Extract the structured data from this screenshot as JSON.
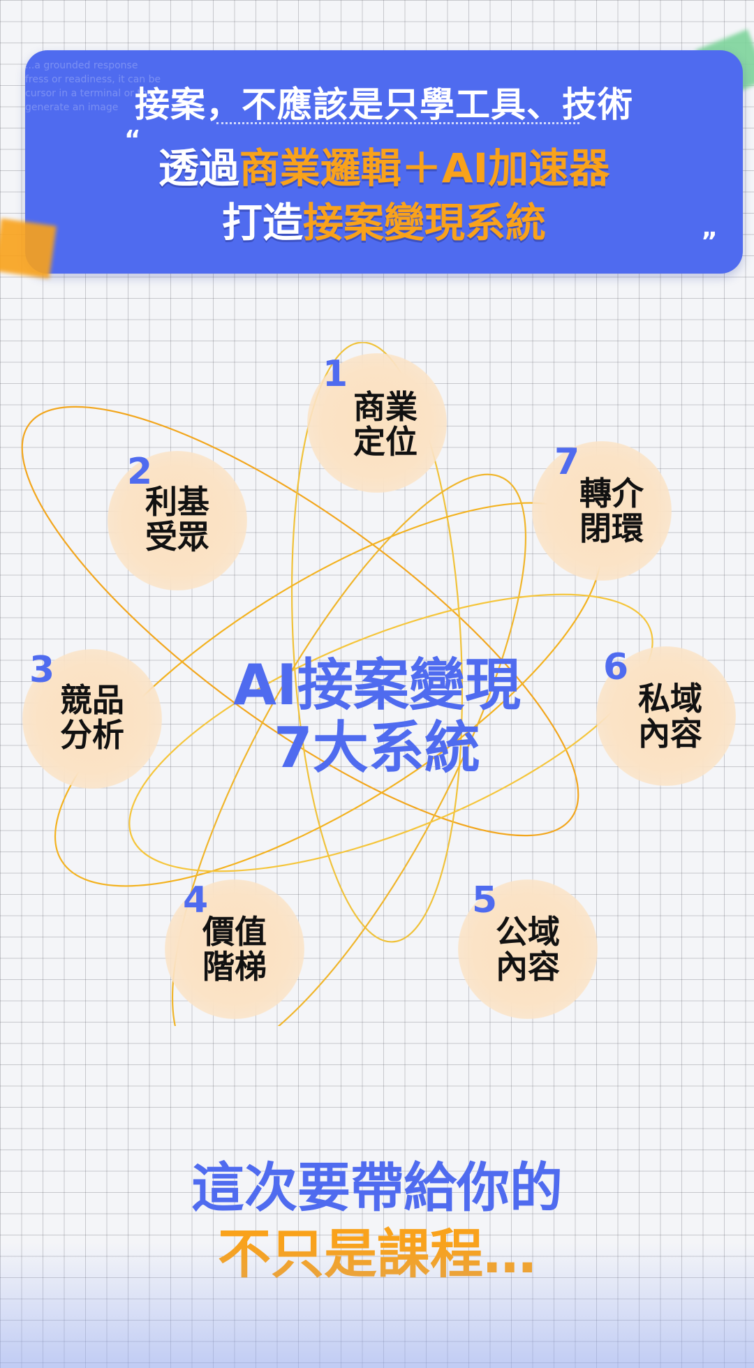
{
  "header": {
    "faint_text": "...a grounded response\nfress or readiness, it can be\ncursor in a terminal or the\ngenerate an image",
    "line1": "接案，不應該是只學工具、技術",
    "open_quote": "“",
    "close_quote": "”",
    "line2_prefix": "透過",
    "line2_highlight": "商業邏輯＋AI加速器",
    "line3_prefix": "打造",
    "line3_highlight": "接案變現系統"
  },
  "diagram": {
    "center_title_line1": "AI接案變現",
    "center_title_line2": "7大系統",
    "nodes": [
      {
        "number": "1",
        "label": "商業\n定位"
      },
      {
        "number": "2",
        "label": "利基\n受眾"
      },
      {
        "number": "3",
        "label": "競品\n分析"
      },
      {
        "number": "4",
        "label": "價值\n階梯"
      },
      {
        "number": "5",
        "label": "公域\n內容"
      },
      {
        "number": "6",
        "label": "私域\n內容"
      },
      {
        "number": "7",
        "label": "轉介\n閉環"
      }
    ]
  },
  "footer": {
    "line1": "這次要帶給你的",
    "line2": "不只是課程…"
  },
  "colors": {
    "primary_blue": "#4f6bef",
    "accent_orange": "#f9a21b",
    "node_fill": "#fbe3c6"
  }
}
